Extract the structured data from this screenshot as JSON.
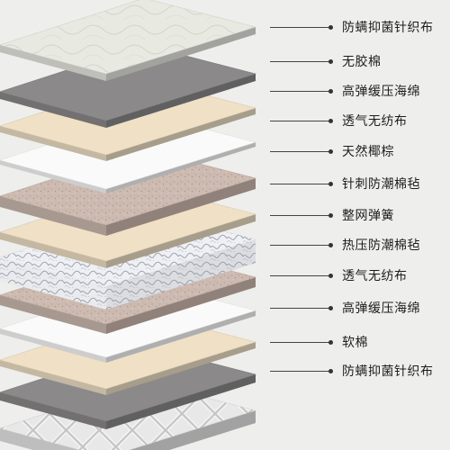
{
  "layers": [
    {
      "label": "防螨抑菌针织布",
      "color": "#e8e9e1",
      "pattern": "quilt-top"
    },
    {
      "label": "无胶棉",
      "color": "#8b8989",
      "pattern": "plain"
    },
    {
      "label": "高弹缓压海绵",
      "color": "#efe0c6",
      "pattern": "plain"
    },
    {
      "label": "透气无纺布",
      "color": "#fafafa",
      "pattern": "plain"
    },
    {
      "label": "天然椰棕",
      "color": "#cdbab0",
      "pattern": "speckle"
    },
    {
      "label": "针刺防潮棉毡",
      "color": "#efe0c6",
      "pattern": "plain"
    },
    {
      "label": "整网弹簧",
      "color": "#e6e8ee",
      "pattern": "springs"
    },
    {
      "label": "热压防潮棉毡",
      "color": "#cdbab0",
      "pattern": "speckle"
    },
    {
      "label": "透气无纺布",
      "color": "#fafafa",
      "pattern": "plain"
    },
    {
      "label": "高弹缓压海绵",
      "color": "#efe0c6",
      "pattern": "plain"
    },
    {
      "label": "软棉",
      "color": "#8b8989",
      "pattern": "plain"
    },
    {
      "label": "防螨抑菌针织布",
      "color": "#e8e8e8",
      "pattern": "quilt-bottom"
    }
  ]
}
